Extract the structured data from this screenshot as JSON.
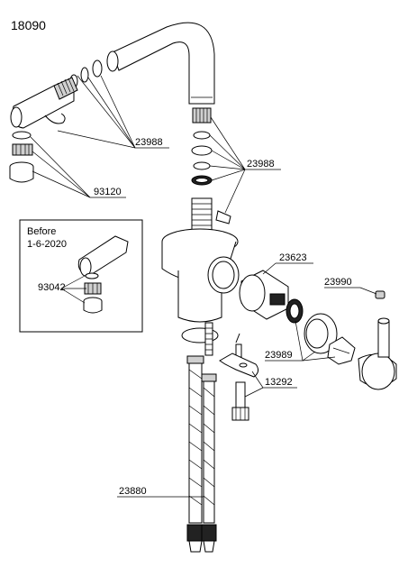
{
  "drawing": {
    "model_number": "18090",
    "inset": {
      "note_line1": "Before",
      "note_line2": "1-6-2020",
      "part_label": "93042"
    },
    "part_labels": {
      "spout_o_rings": "23988",
      "aerator": "93120",
      "base_o_rings": "23988",
      "cartridge": "23623",
      "set_screw": "23990",
      "handle_parts": "23989",
      "mounting_kit": "13292",
      "supply_hoses": "23880"
    }
  },
  "colors": {
    "line": "#000000",
    "background": "#ffffff",
    "shade": "#d0d0d0"
  }
}
